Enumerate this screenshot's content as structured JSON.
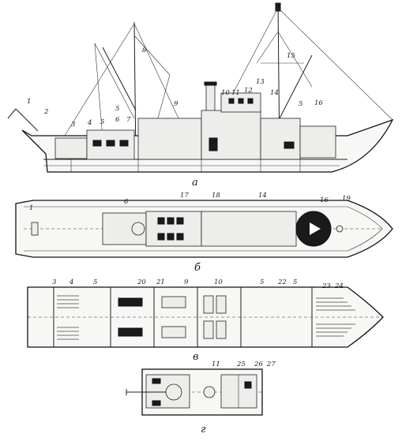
{
  "views": {
    "a": "а",
    "b": "б",
    "v": "в",
    "g": "г"
  },
  "callouts": {
    "profile": [
      "1",
      "2",
      "3",
      "4",
      "5",
      "6",
      "7",
      "5",
      "8",
      "9",
      "10",
      "11",
      "12",
      "13",
      "14",
      "5",
      "16",
      "15"
    ],
    "deck": [
      "1",
      "6",
      "17",
      "18",
      "14",
      "16",
      "19"
    ],
    "lower": [
      "3",
      "4",
      "5",
      "20",
      "21",
      "9",
      "10",
      "5",
      "22",
      "5",
      "23",
      "24"
    ],
    "bridge": [
      "11",
      "25",
      "26",
      "27"
    ]
  }
}
